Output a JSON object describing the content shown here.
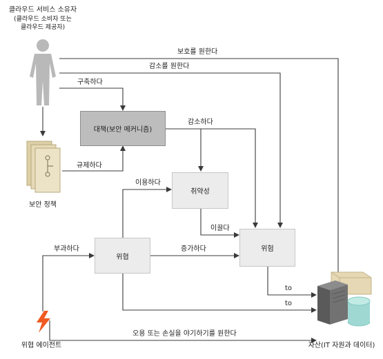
{
  "owner": {
    "title": "클라우드 서비스 소유자",
    "subtitle_line1": "(클라우드 소비자 또는",
    "subtitle_line2": "클라우드 제공자)"
  },
  "boxes": {
    "countermeasure": "대책(보안 메커니즘)",
    "vulnerability": "취약성",
    "threat": "위협",
    "risk": "위험"
  },
  "policy_label": "보안 정책",
  "agent_label": "위협 에이전트",
  "assets_label": "자산(IT 자원과 데이터)",
  "edges": {
    "wants_protect": "보호를 원한다",
    "wants_reduce": "감소를 원한다",
    "builds": "구축하다",
    "reduces": "감소하다",
    "regulates": "규제하다",
    "exploits": "이용하다",
    "leads_to": "이끌다",
    "imposes": "부과하다",
    "increases": "증가하다",
    "to_1": "to",
    "to_2": "to",
    "wants_abuse": "오용 또는 손실을 야기하기를 원한다"
  },
  "colors": {
    "line": "#3a3a3a",
    "box_dark": "#bdbdbd",
    "box_light": "#ececec",
    "person": "#b9b9b9",
    "policy_paper": "#e9dfc2",
    "lightning": "#f05a22",
    "server": "#6c6c6c",
    "db": "#9fd8d3"
  },
  "icons": {
    "owner": "person-icon",
    "policy": "document-stack-icon",
    "agent": "lightning-icon",
    "assets": "server-database-icon"
  }
}
